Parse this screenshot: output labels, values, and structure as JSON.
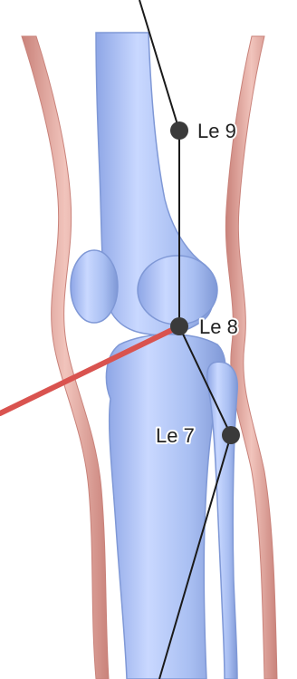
{
  "caption_top": "",
  "points": [
    {
      "id": "le9",
      "label": "Le 9"
    },
    {
      "id": "le8",
      "label": "Le 8"
    },
    {
      "id": "le7",
      "label": "Le 7"
    }
  ],
  "colors": {
    "bone": "#a9bff2",
    "bone_edge": "#7f98d6",
    "skin": "#e8b0a8",
    "skin_edge": "#c9827a",
    "point": "#3a3a3a",
    "line": "#1a1a1a",
    "needle": "#d9534f"
  }
}
